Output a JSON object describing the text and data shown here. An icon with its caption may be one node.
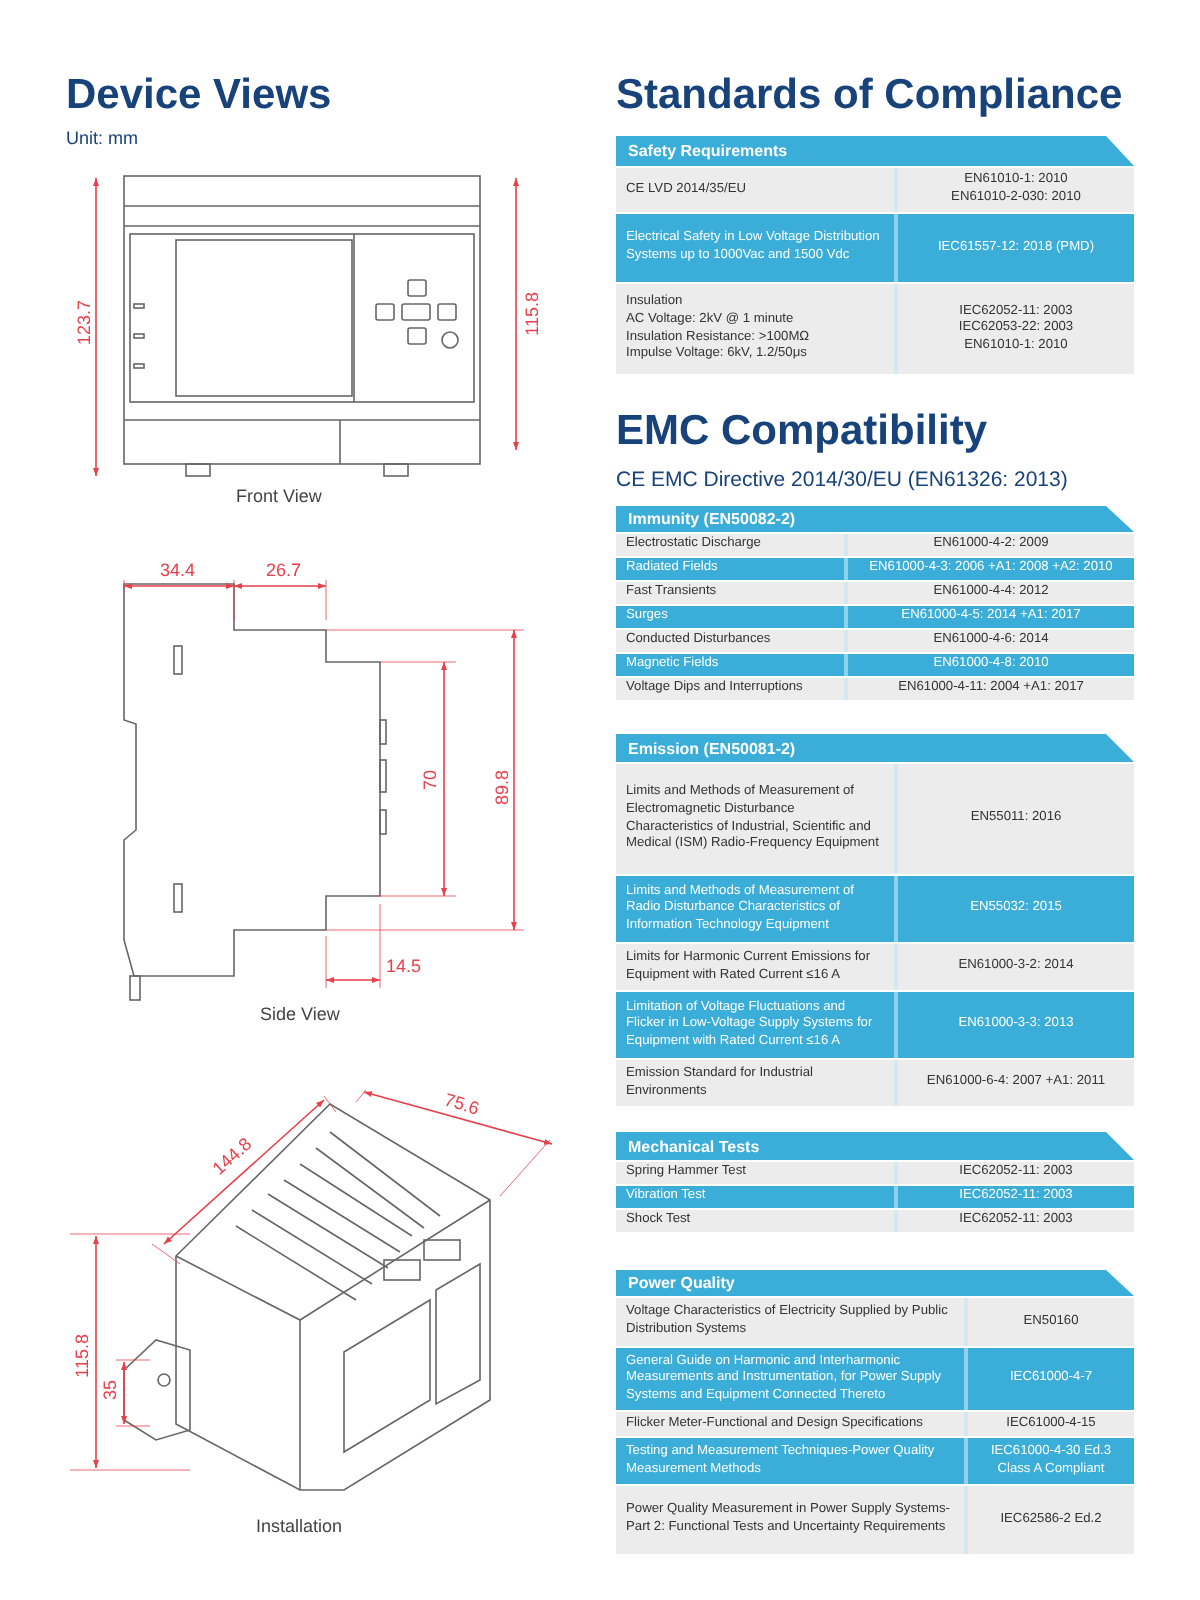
{
  "diagram": {
    "labels": [
      "Device Views",
      "Unit: mm",
      "123.7",
      "115.8",
      "Front View",
      "34.4",
      "26.7",
      "70",
      "89.8",
      "14.5",
      "Side View",
      "144.8",
      "75.6",
      "115.8",
      "35",
      "Installation",
      "Standards of Compliance",
      "Safety Requirements",
      "CE LVD 2014/35/EU",
      "EN61010-1: 2010",
      "EN61010-2-030: 2010",
      "Electrical Safety in Low Voltage Distribution Systems up to 1000Vac and 1500 Vdc",
      "IEC61557-12: 2018 (PMD)",
      "Insulation",
      "AC Voltage: 2kV @ 1 minute",
      "Insulation Resistance: >100MΩ",
      "Impulse Voltage: 6kV, 1.2/50μs",
      "IEC62052-11: 2003",
      "IEC62053-22: 2003",
      "EN61010-1: 2010",
      "EMC Compatibility",
      "CE EMC Directive 2014/30/EU (EN61326: 2013)",
      "Immunity (EN50082-2)",
      "Electrostatic Discharge",
      "EN61000-4-2: 2009",
      "Radiated Fields",
      "EN61000-4-3: 2006 +A1: 2008 +A2: 2010",
      "Fast Transients",
      "EN61000-4-4: 2012",
      "Surges",
      "EN61000-4-5: 2014 +A1: 2017",
      "Conducted Disturbances",
      "EN61000-4-6: 2014",
      "Magnetic Fields",
      "EN61000-4-8: 2010",
      "Voltage Dips and Interruptions",
      "EN61000-4-11: 2004 +A1: 2017",
      "Emission (EN50081-2)",
      "Limits and Methods of Measurement of Electromagnetic Disturbance Characteristics of Industrial, Scientific and Medical (ISM) Radio-Frequency Equipment",
      "EN55011: 2016",
      "Limits and Methods of Measurement of Radio Disturbance Characteristics of Information Technology Equipment",
      "EN55032: 2015",
      "Limits for Harmonic Current Emissions for Equipment with Rated Current ≤16 A",
      "EN61000-3-2: 2014",
      "Limitation of Voltage Fluctuations and Flicker in Low-Voltage Supply Systems for Equipment with Rated Current ≤16 A",
      "EN61000-3-3: 2013",
      "Emission Standard for Industrial Environments",
      "EN61000-6-4: 2007 +A1: 2011",
      "Mechanical Tests",
      "Spring Hammer Test",
      "IEC62052-11: 2003",
      "Vibration Test",
      "IEC62052-11: 2003",
      "Shock Test",
      "IEC62052-11: 2003",
      "Power Quality",
      "Voltage Characteristics of Electricity Supplied by Public Distribution Systems",
      "EN50160",
      "General Guide on Harmonic and Interharmonic Measurements and Instrumentation, for Power Supply Systems and Equipment Connected Thereto",
      "IEC61000-4-7",
      "Flicker Meter-Functional and Design Specifications",
      "IEC61000-4-15",
      "Testing and Measurement Techniques-Power Quality Measurement Methods",
      "IEC61000-4-30 Ed.3",
      "Class A Compliant",
      "Power Quality Measurement in Power Supply Systems-Part 2: Functional Tests and Uncertainty Requirements",
      "IEC62586-2 Ed.2"
    ]
  }
}
